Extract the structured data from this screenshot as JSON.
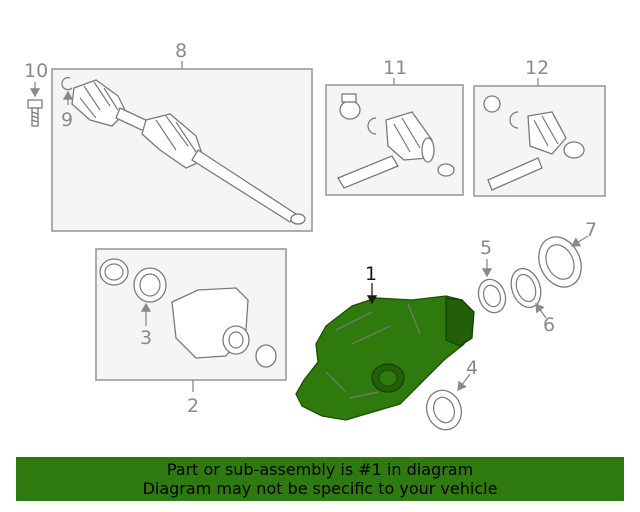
{
  "diagram": {
    "callouts": {
      "c1": "1",
      "c2": "2",
      "c3": "3",
      "c4": "4",
      "c5": "5",
      "c6": "6",
      "c7": "7",
      "c8": "8",
      "c9": "9",
      "c10": "10",
      "c11": "11",
      "c12": "12"
    },
    "highlight_color": "#2e7a10",
    "highlighted_part": "1"
  },
  "banner": {
    "line1": "Part or sub-assembly is #1 in diagram",
    "line2": "Diagram may not be specific to your vehicle"
  }
}
